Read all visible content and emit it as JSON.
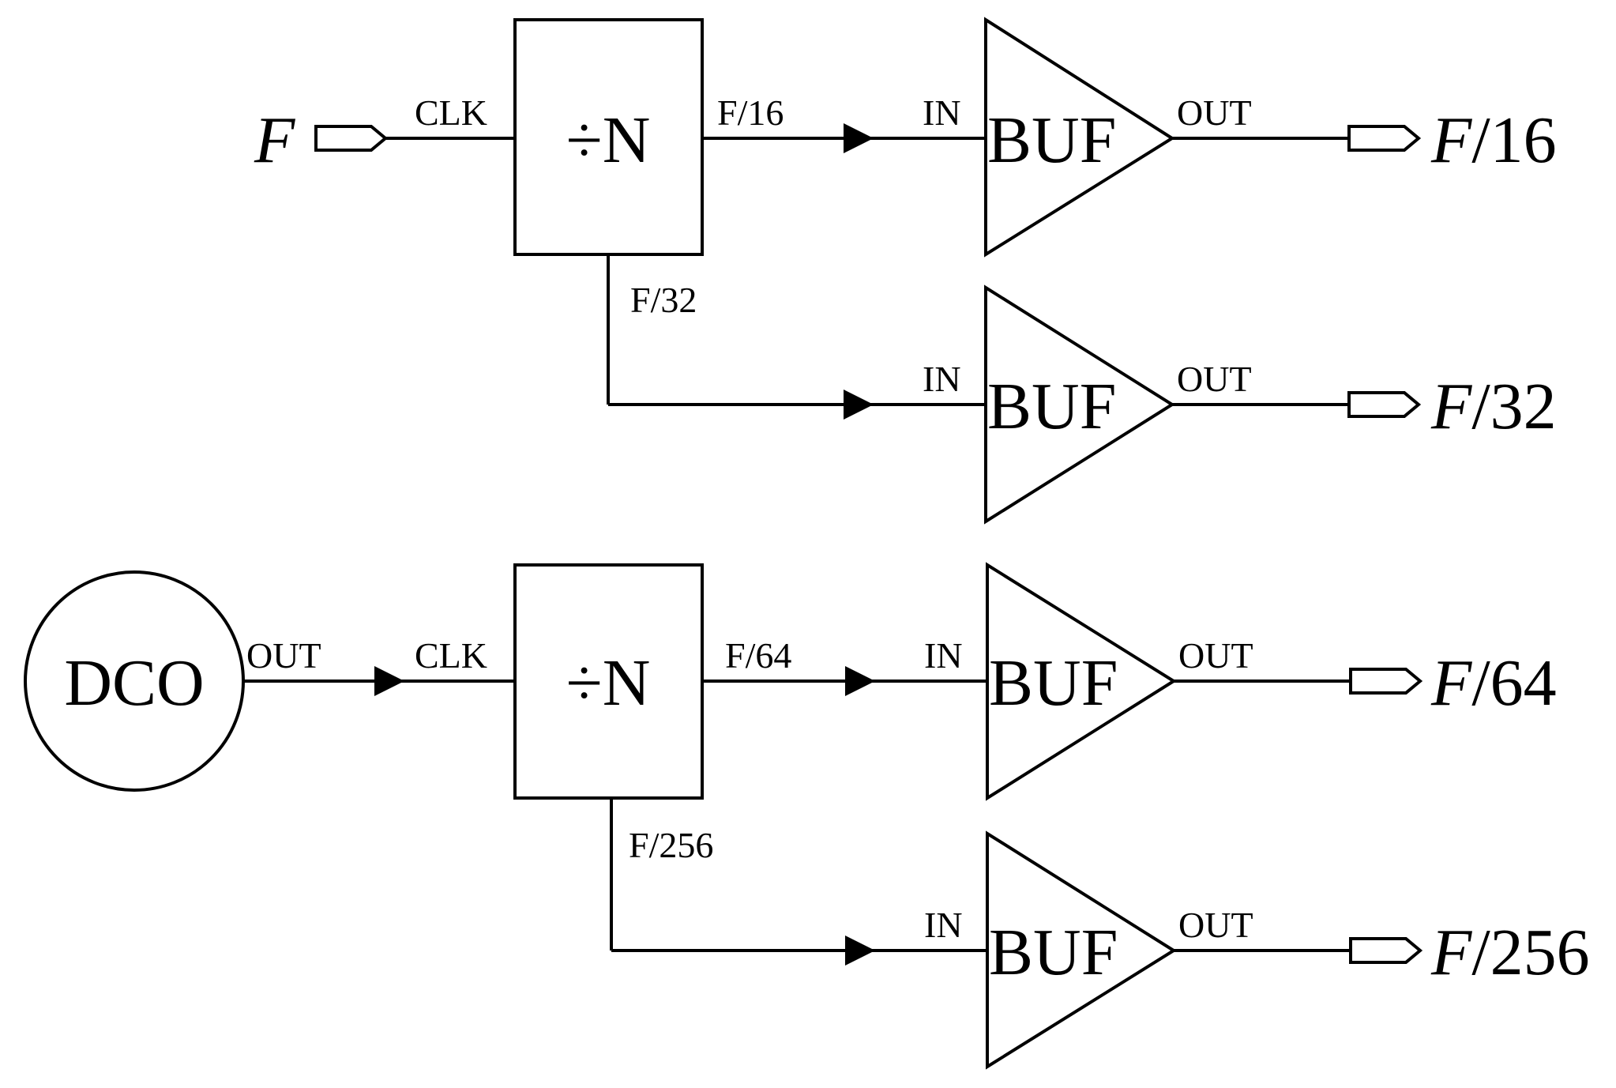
{
  "top": {
    "input_label_italic": "F",
    "divider": {
      "symbol": "÷N",
      "clk_pin": "CLK",
      "out_primary": "F/16",
      "out_secondary": "F/32"
    },
    "buffers": [
      {
        "in_pin": "IN",
        "name": "BUF",
        "out_pin": "OUT",
        "output": {
          "italic": "F",
          "rest": "/16"
        }
      },
      {
        "in_pin": "IN",
        "name": "BUF",
        "out_pin": "OUT",
        "output": {
          "italic": "F",
          "rest": "/32"
        }
      }
    ]
  },
  "bottom": {
    "source": {
      "name": "DCO",
      "out_pin": "OUT"
    },
    "divider": {
      "symbol": "÷N",
      "clk_pin": "CLK",
      "out_primary": "F/64",
      "out_secondary": "F/256"
    },
    "buffers": [
      {
        "in_pin": "IN",
        "name": "BUF",
        "out_pin": "OUT",
        "output": {
          "italic": "F",
          "rest": "/64"
        }
      },
      {
        "in_pin": "IN",
        "name": "BUF",
        "out_pin": "OUT",
        "output": {
          "italic": "F",
          "rest": "/256"
        }
      }
    ]
  }
}
